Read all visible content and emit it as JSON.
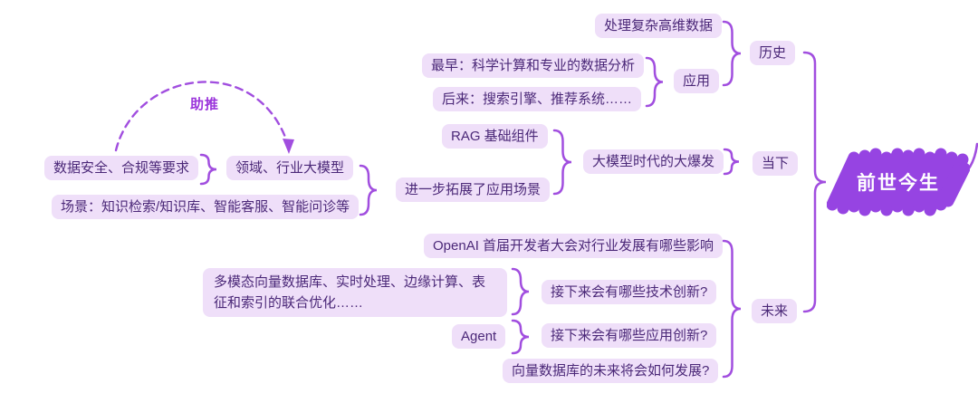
{
  "root": {
    "label": "前世今生"
  },
  "categories": {
    "history": "历史",
    "now": "当下",
    "future": "未来"
  },
  "history_branch": {
    "handle_data": "处理复杂高维数据",
    "application": "应用",
    "earliest": "最早：科学计算和专业的数据分析",
    "later": "后来：搜索引擎、推荐系统……"
  },
  "now_branch": {
    "bigbang": "大模型时代的大爆发",
    "rag": "RAG 基础组件",
    "expand": "进一步拓展了应用场景",
    "domain_model": "领域、行业大模型",
    "security": "数据安全、合规等要求",
    "scene": "场景：知识检索/知识库、智能客服、智能问诊等",
    "boost": "助推"
  },
  "future_branch": {
    "openai": "OpenAI 首届开发者大会对行业发展有哪些影响",
    "multimodal": "多模态向量数据库、实时处理、边缘计算、表征和索引的联合优化……",
    "tech_innovation": "接下来会有哪些技术创新?",
    "agent": "Agent",
    "app_innovation": "接下来会有哪些应用创新?",
    "vector_future": "向量数据库的未来将会如何发展?"
  },
  "colors": {
    "node_bg": "#efdff9",
    "node_text": "#4b2878",
    "line": "#a14edf",
    "root_bg": "#9644e2",
    "root_text": "#ffffff",
    "boost_text": "#9b35db"
  }
}
